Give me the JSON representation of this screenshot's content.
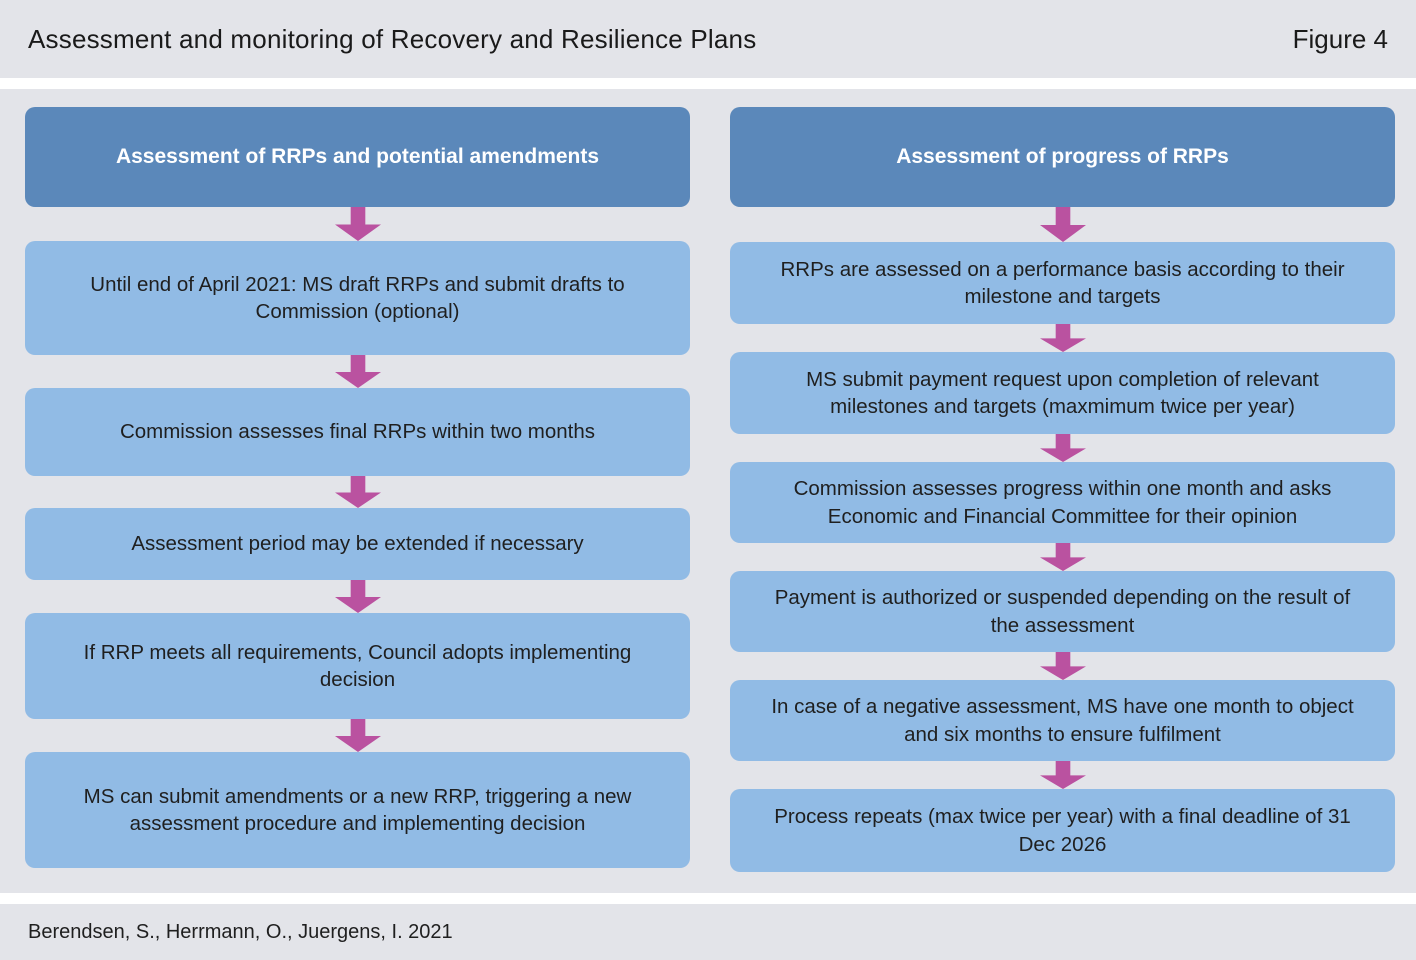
{
  "header": {
    "title": "Assessment and monitoring of Recovery and Resilience Plans",
    "figure_label": "Figure 4"
  },
  "columns": [
    {
      "header": "Assessment of RRPs and potential amendments",
      "boxes": [
        "Until end of April 2021: MS draft RRPs and submit drafts to Commission (optional)",
        "Commission assesses final RRPs within two months",
        "Assessment period may be extended if necessary",
        "If RRP meets all requirements, Council adopts implementing decision",
        "MS can submit amendments or a new RRP, triggering a new assessment procedure and implementing decision"
      ]
    },
    {
      "header": "Assessment of progress of RRPs",
      "boxes": [
        "RRPs are assessed on a performance basis according to their milestone and targets",
        "MS submit payment request upon completion of relevant milestones and targets (maxmimum twice per year)",
        "Commission assesses progress within one month and asks Economic and Financial Committee for their opinion",
        "Payment is authorized or suspended depending on the result of the assessment",
        "In case of a negative assessment, MS have one month to object and six months to ensure fulfilment",
        "Process repeats (max twice per year) with a final deadline of 31 Dec 2026"
      ]
    }
  ],
  "footer": {
    "source": "Berendsen, S., Herrmann, O., Juergens, I. 2021"
  },
  "icons": {
    "flow_arrow": "block-arrow-down"
  },
  "colors": {
    "background": "#e3e4e9",
    "separator": "#ffffff",
    "header_box": "#5b88ba",
    "body_box": "#91bbe5",
    "arrow": "#ba52a0",
    "text": "#1f1f1f",
    "header_box_text": "#ffffff"
  }
}
